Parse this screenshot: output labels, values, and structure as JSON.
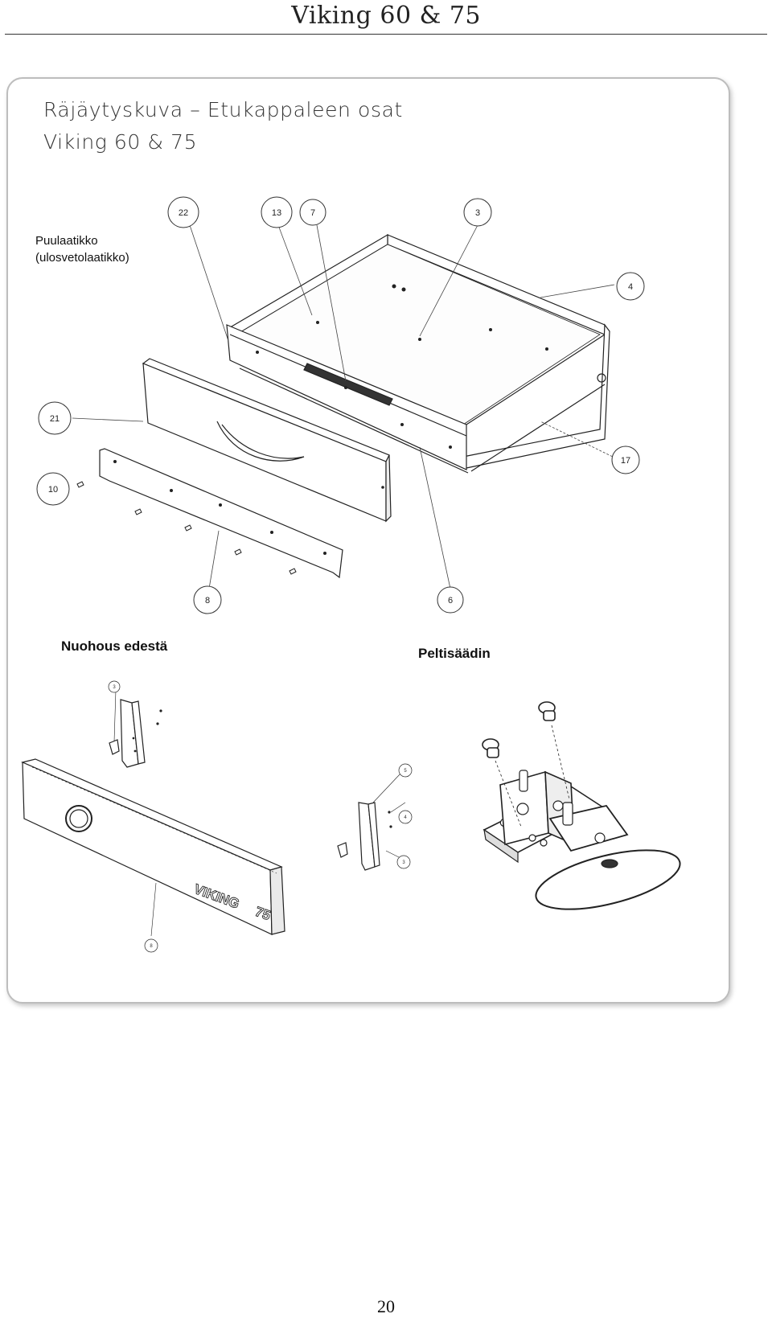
{
  "header": {
    "title": "Viking 60 & 75"
  },
  "figure": {
    "heading_line1": "Räjäytyskuva – Etukappaleen osat",
    "heading_line2": "Viking 60 & 75",
    "drawer_label_line1": "Puulaatikko",
    "drawer_label_line2": "(ulosvetolaatikko)",
    "drawer_callouts": [
      "22",
      "13",
      "7",
      "3",
      "4",
      "21",
      "17",
      "10",
      "8",
      "6"
    ],
    "flue_cover_label": "Nuohous edestä",
    "flue_cover_callouts": [
      "3",
      "8",
      "5",
      "4",
      "3"
    ],
    "flue_brand_text": "VIKING",
    "flue_model_text": "75",
    "damper_label": "Peltisäädin"
  },
  "footer": {
    "page_number": "20"
  }
}
